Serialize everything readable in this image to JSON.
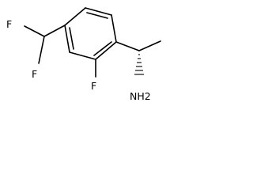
{
  "molecule": {
    "atoms": {
      "f_top": "F",
      "f_left": "F",
      "f_ring": "F",
      "amine": "NH2"
    }
  }
}
